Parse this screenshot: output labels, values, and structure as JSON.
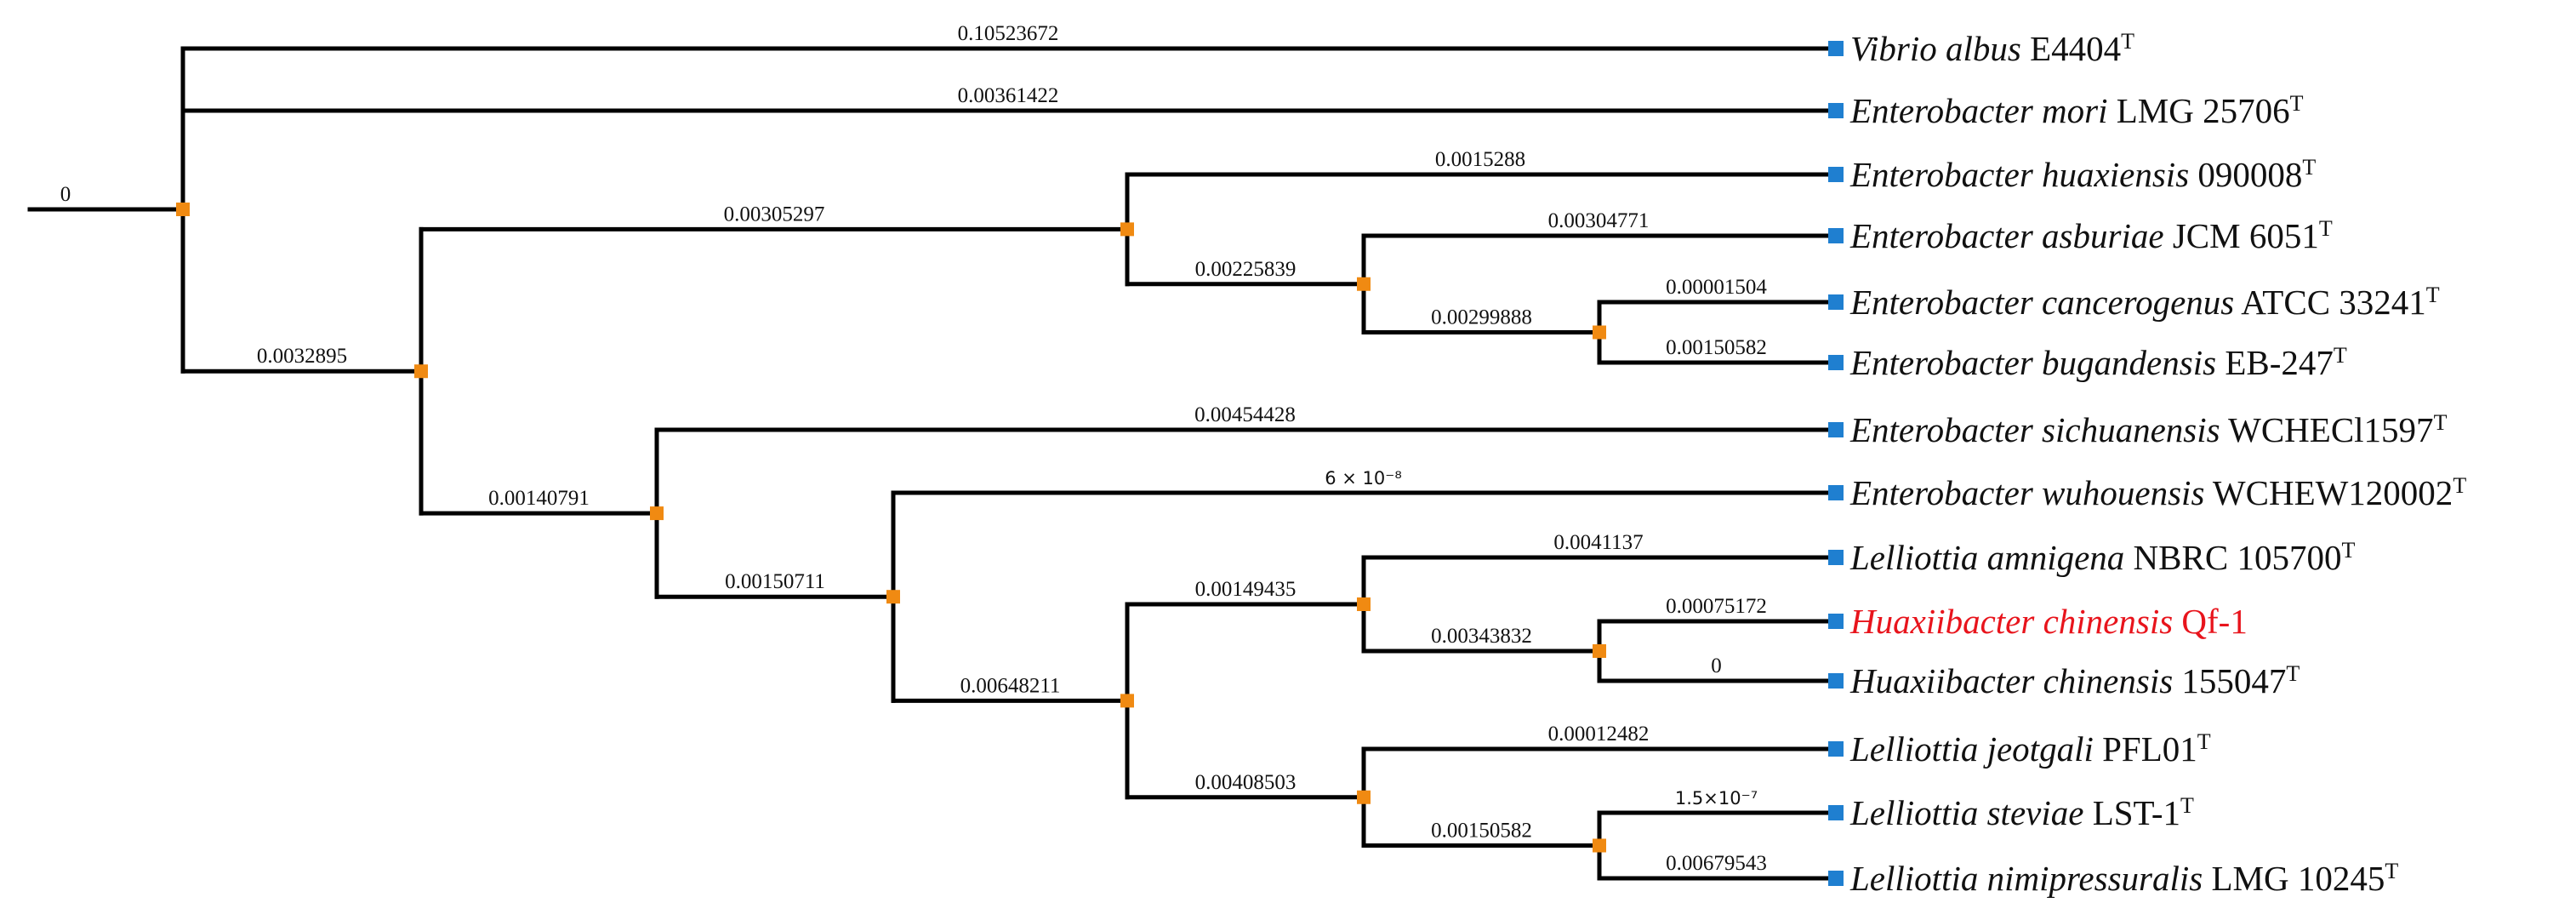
{
  "colors": {
    "branch": "#000000",
    "node": "#f08a12",
    "tip": "#1f7fd0",
    "highlight": "#e8141c"
  },
  "root_label": "0",
  "leaves": [
    {
      "genus": "Vibrio",
      "species": "albus",
      "strain": "E4404",
      "sup": "T",
      "branch": "0.10523672",
      "highlight": false
    },
    {
      "genus": "Enterobacter",
      "species": "mori",
      "strain": "LMG 25706",
      "sup": "T",
      "branch": "0.00361422",
      "highlight": false
    },
    {
      "genus": "Enterobacter",
      "species": "huaxiensis",
      "strain": "090008",
      "sup": "T",
      "branch": "0.0015288",
      "highlight": false
    },
    {
      "genus": "Enterobacter",
      "species": "asburiae",
      "strain": " JCM 6051",
      "sup": "T",
      "branch": "0.00304771",
      "highlight": false
    },
    {
      "genus": "Enterobacter",
      "species": "cancerogenus",
      "strain": "ATCC 33241",
      "sup": "T",
      "branch": "0.00001504",
      "highlight": false
    },
    {
      "genus": "Enterobacter",
      "species": "bugandensis",
      "strain": "EB-247",
      "sup": "T",
      "branch": "0.00150582",
      "highlight": false
    },
    {
      "genus": "Enterobacter",
      "species": "sichuanensis",
      "strain": "WCHECl1597",
      "sup": "T",
      "branch": "0.00454428",
      "highlight": false
    },
    {
      "genus": "Enterobacter",
      "species": "wuhouensis",
      "strain": "WCHEW120002",
      "sup": "T",
      "branch": "6 × 10⁻⁸",
      "highlight": false
    },
    {
      "genus": "Lelliottia",
      "species": "amnigena",
      "strain": "NBRC 105700",
      "sup": "T",
      "branch": "0.0041137",
      "highlight": false
    },
    {
      "genus": "Huaxiibacter",
      "species": "chinensis",
      "strain": "Qf-1",
      "sup": "",
      "branch": "0.00075172",
      "highlight": true
    },
    {
      "genus": "Huaxiibacter",
      "species": "chinensis",
      "strain": "155047",
      "sup": "T",
      "branch": "0",
      "highlight": false
    },
    {
      "genus": "Lelliottia",
      "species": "jeotgali",
      "strain": "PFL01",
      "sup": "T",
      "branch": "0.00012482",
      "highlight": false
    },
    {
      "genus": "Lelliottia",
      "species": "steviae",
      "strain": "LST-1",
      "sup": "T",
      "branch": "1.5×10⁻⁷",
      "highlight": false
    },
    {
      "genus": "Lelliottia",
      "species": "nimipressuralis",
      "strain": "LMG 10245",
      "sup": "T",
      "branch": "0.00679543",
      "highlight": false
    }
  ],
  "internal_nodes": [
    {
      "id": "n1",
      "branch": ""
    },
    {
      "id": "n2",
      "branch": "0.0032895"
    },
    {
      "id": "n3",
      "branch": "0.00305297"
    },
    {
      "id": "n4",
      "branch": "0.00225839"
    },
    {
      "id": "n5",
      "branch": "0.00299888"
    },
    {
      "id": "n6",
      "branch": "0.00140791"
    },
    {
      "id": "n7",
      "branch": "0.00150711"
    },
    {
      "id": "n8",
      "branch": "0.00648211"
    },
    {
      "id": "n9",
      "branch": "0.00149435"
    },
    {
      "id": "n10",
      "branch": "0.00343832"
    },
    {
      "id": "n11",
      "branch": "0.00408503"
    },
    {
      "id": "n12",
      "branch": "0.00150582"
    }
  ]
}
